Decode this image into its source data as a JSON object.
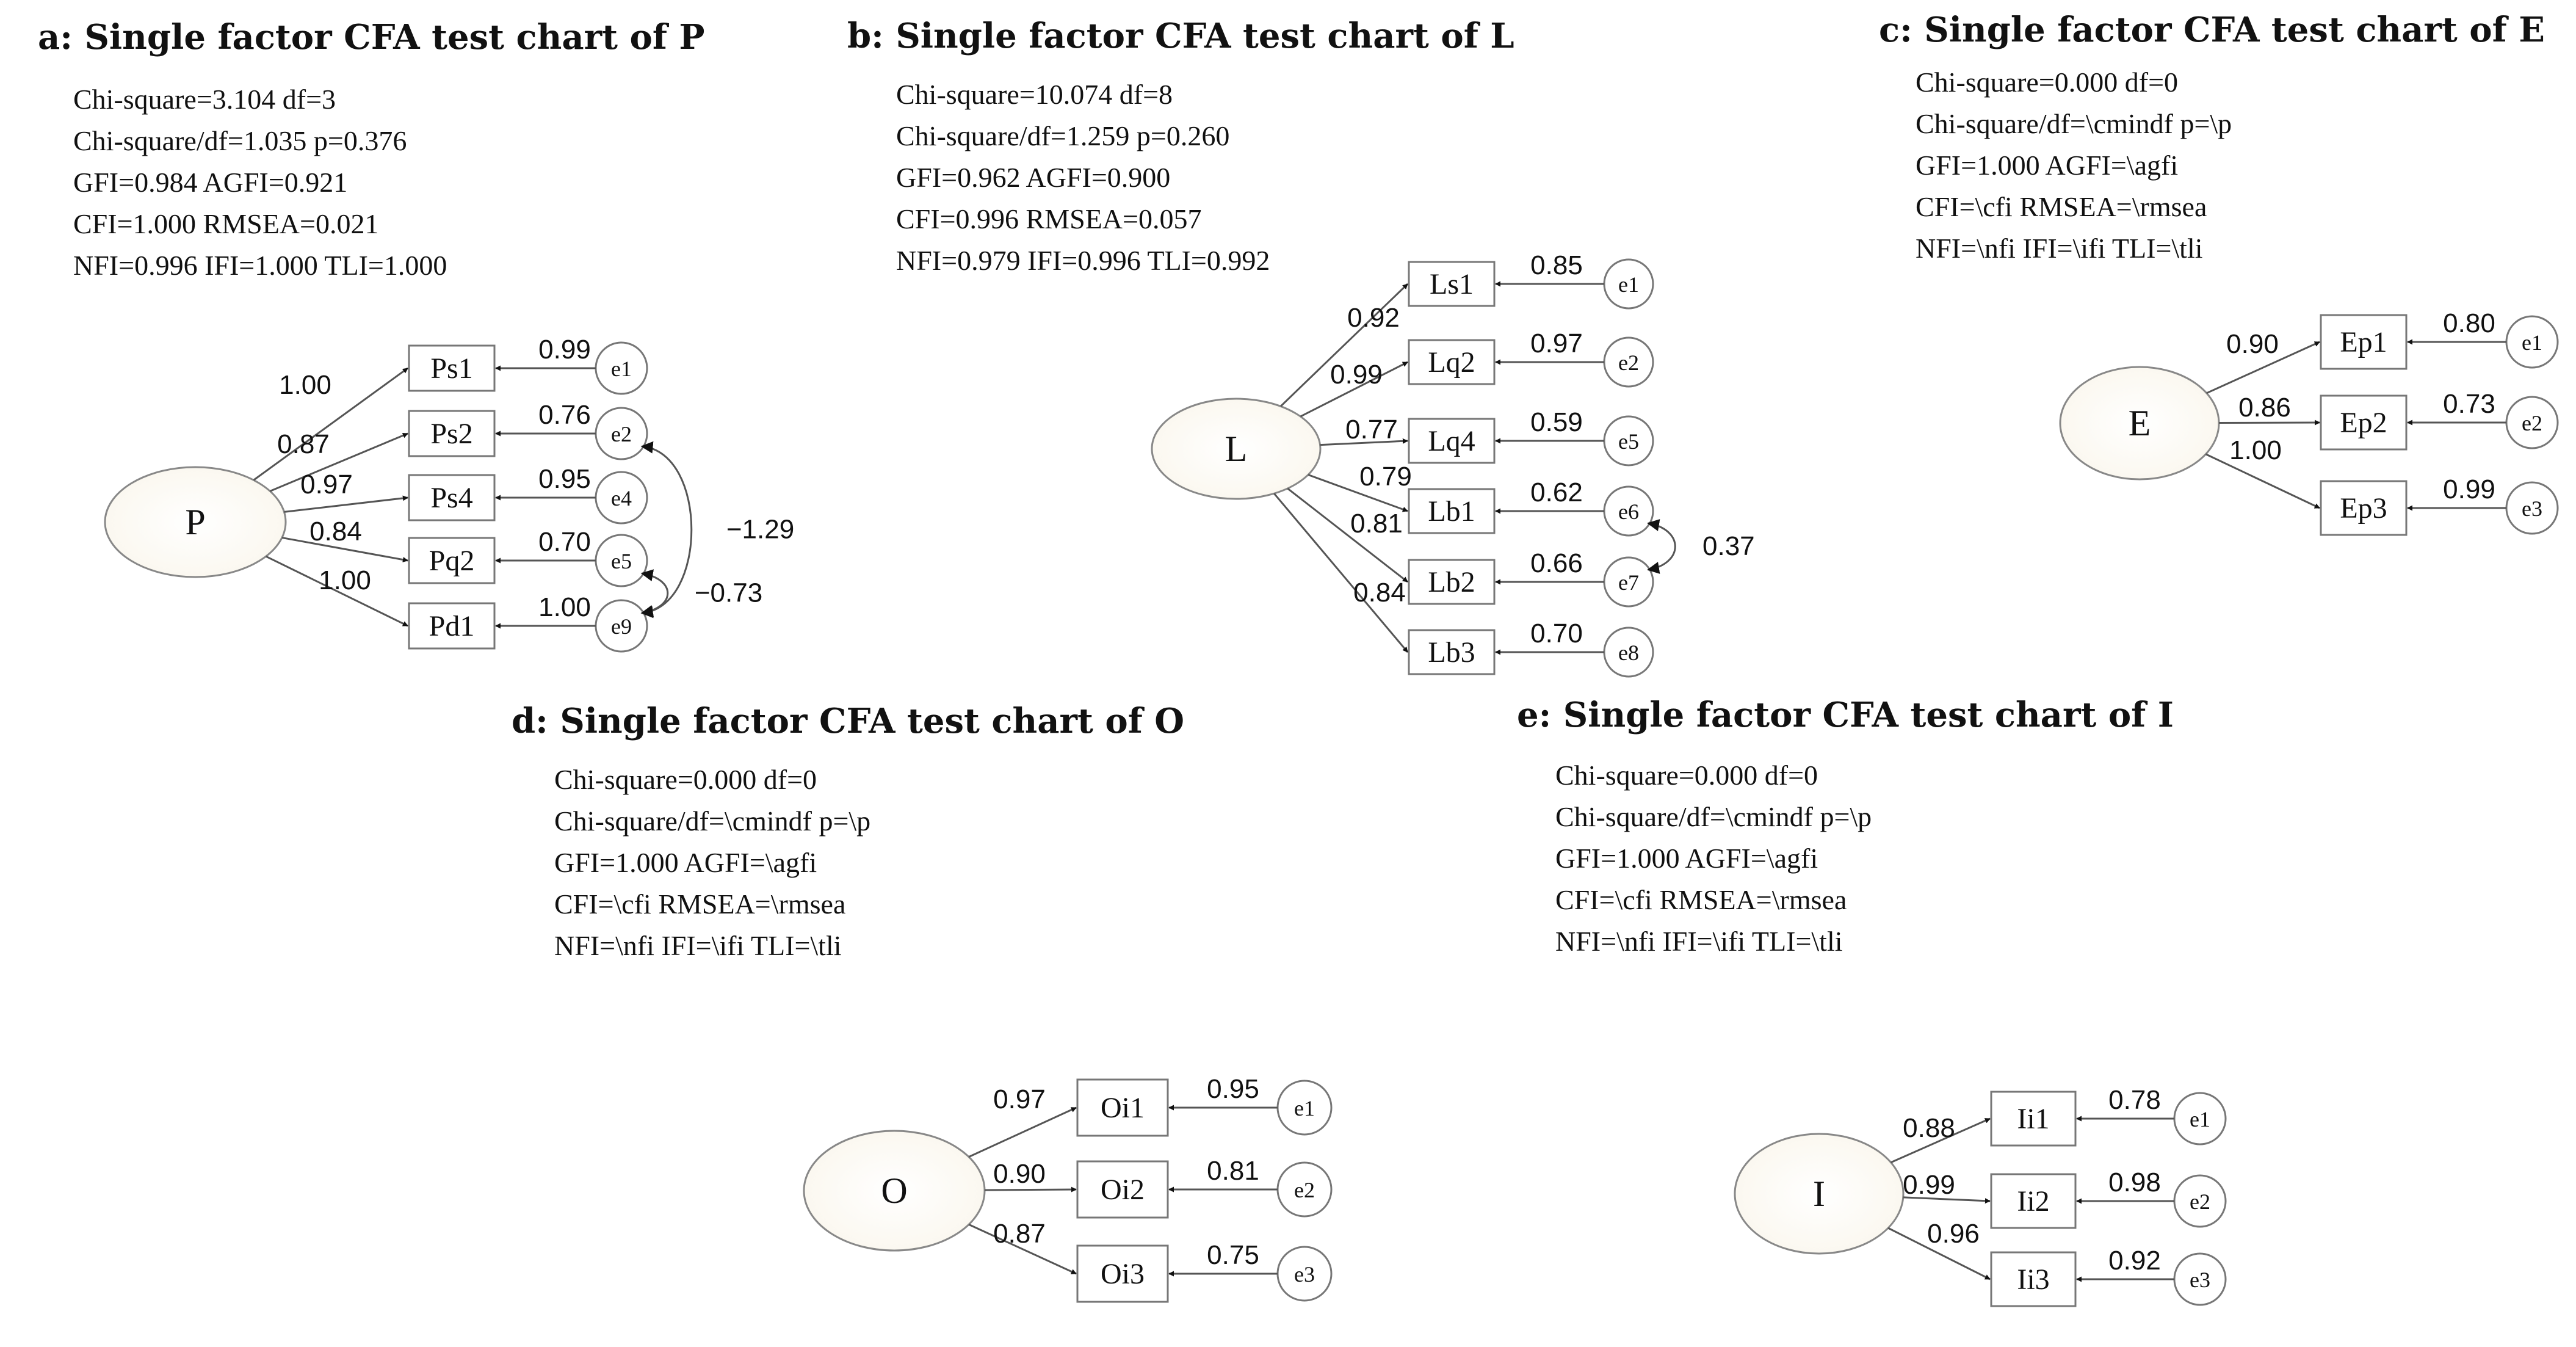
{
  "panels": [
    {
      "id": "a",
      "title": "a: Single factor CFA test chart of P",
      "stats": [
        "Chi-square=3.104 df=3",
        "Chi-square/df=1.035  p=0.376",
        "GFI=0.984 AGFI=0.921",
        "CFI=1.000 RMSEA=0.021",
        "NFI=0.996 IFI=1.000 TLI=1.000"
      ],
      "latent": "P",
      "indicators": [
        {
          "name": "Ps1",
          "loading": "1.00",
          "error": "e1",
          "error_loading": "0.99"
        },
        {
          "name": "Ps2",
          "loading": "0.87",
          "error": "e2",
          "error_loading": "0.76"
        },
        {
          "name": "Ps4",
          "loading": "0.97",
          "error": "e4",
          "error_loading": "0.95"
        },
        {
          "name": "Pq2",
          "loading": "0.84",
          "error": "e5",
          "error_loading": "0.70"
        },
        {
          "name": "Pd1",
          "loading": "1.00",
          "error": "e9",
          "error_loading": "1.00"
        }
      ],
      "covariances": [
        {
          "from": "e2",
          "to": "e9",
          "value": "−1.29"
        },
        {
          "from": "e5",
          "to": "e9",
          "value": "−0.73"
        }
      ]
    },
    {
      "id": "b",
      "title": "b: Single factor CFA test chart of L",
      "stats": [
        "Chi-square=10.074 df=8",
        "Chi-square/df=1.259  p=0.260",
        "GFI=0.962 AGFI=0.900",
        "CFI=0.996 RMSEA=0.057",
        "NFI=0.979 IFI=0.996 TLI=0.992"
      ],
      "latent": "L",
      "indicators": [
        {
          "name": "Ls1",
          "loading": "0.92",
          "error": "e1",
          "error_loading": "0.85"
        },
        {
          "name": "Lq2",
          "loading": "0.99",
          "error": "e2",
          "error_loading": "0.97"
        },
        {
          "name": "Lq4",
          "loading": "0.77",
          "error": "e5",
          "error_loading": "0.59"
        },
        {
          "name": "Lb1",
          "loading": "0.79",
          "error": "e6",
          "error_loading": "0.62"
        },
        {
          "name": "Lb2",
          "loading": "0.81",
          "error": "e7",
          "error_loading": "0.66"
        },
        {
          "name": "Lb3",
          "loading": "0.84",
          "error": "e8",
          "error_loading": "0.70"
        }
      ],
      "covariances": [
        {
          "from": "e6",
          "to": "e7",
          "value": "0.37"
        }
      ]
    },
    {
      "id": "c",
      "title": "c: Single factor CFA test chart of E",
      "stats": [
        "Chi-square=0.000 df=0",
        "Chi-square/df=\\cmindf  p=\\p",
        "GFI=1.000 AGFI=\\agfi",
        "CFI=\\cfi  RMSEA=\\rmsea",
        "NFI=\\nfi  IFI=\\ifi  TLI=\\tli"
      ],
      "latent": "E",
      "indicators": [
        {
          "name": "Ep1",
          "loading": "0.90",
          "error": "e1",
          "error_loading": "0.80"
        },
        {
          "name": "Ep2",
          "loading": "0.86",
          "error": "e2",
          "error_loading": "0.73"
        },
        {
          "name": "Ep3",
          "loading": "1.00",
          "error": "e3",
          "error_loading": "0.99"
        }
      ],
      "covariances": []
    },
    {
      "id": "d",
      "title": "d: Single factor CFA test chart of O",
      "stats": [
        "Chi-square=0.000 df=0",
        "Chi-square/df=\\cmindf  p=\\p",
        "GFI=1.000 AGFI=\\agfi",
        "CFI=\\cfi  RMSEA=\\rmsea",
        "NFI=\\nfi  IFI=\\ifi  TLI=\\tli"
      ],
      "latent": "O",
      "indicators": [
        {
          "name": "Oi1",
          "loading": "0.97",
          "error": "e1",
          "error_loading": "0.95"
        },
        {
          "name": "Oi2",
          "loading": "0.90",
          "error": "e2",
          "error_loading": "0.81"
        },
        {
          "name": "Oi3",
          "loading": "0.87",
          "error": "e3",
          "error_loading": "0.75"
        }
      ],
      "covariances": []
    },
    {
      "id": "e",
      "title": "e: Single factor CFA test chart of I",
      "stats": [
        "Chi-square=0.000 df=0",
        "Chi-square/df=\\cmindf  p=\\p",
        "GFI=1.000 AGFI=\\agfi",
        "CFI=\\cfi  RMSEA=\\rmsea",
        "NFI=\\nfi  IFI=\\ifi  TLI=\\tli"
      ],
      "latent": "I",
      "indicators": [
        {
          "name": "Ii1",
          "loading": "0.88",
          "error": "e1",
          "error_loading": "0.78"
        },
        {
          "name": "Ii2",
          "loading": "0.99",
          "error": "e2",
          "error_loading": "0.98"
        },
        {
          "name": "Ii3",
          "loading": "0.96",
          "error": "e3",
          "error_loading": "0.92"
        }
      ],
      "covariances": []
    }
  ]
}
